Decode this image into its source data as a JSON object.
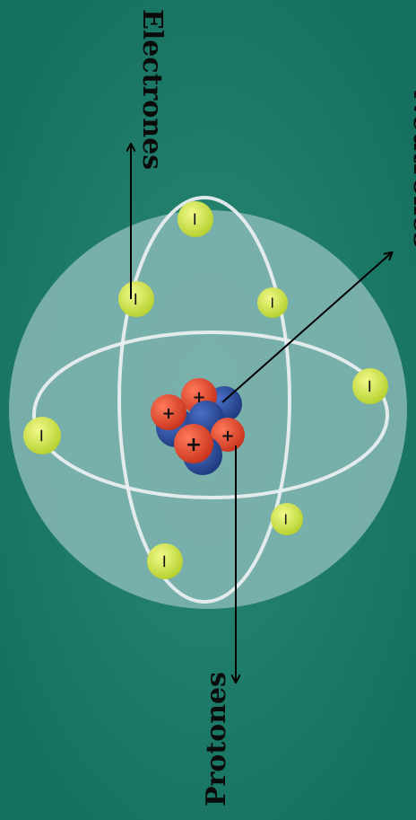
{
  "labels": {
    "electrons": "Electrones",
    "neutrons": "Neutrones",
    "protons": "Protones"
  },
  "symbols": {
    "electron_charge": "−",
    "proton_charge": "+"
  },
  "colors": {
    "background": "#1a7a68",
    "atom_sphere": "#7fb3b0",
    "electron": "#d4e84a",
    "proton": "#e8452e",
    "neutron": "#2b4d9a",
    "orbit": "#e9eef0"
  }
}
